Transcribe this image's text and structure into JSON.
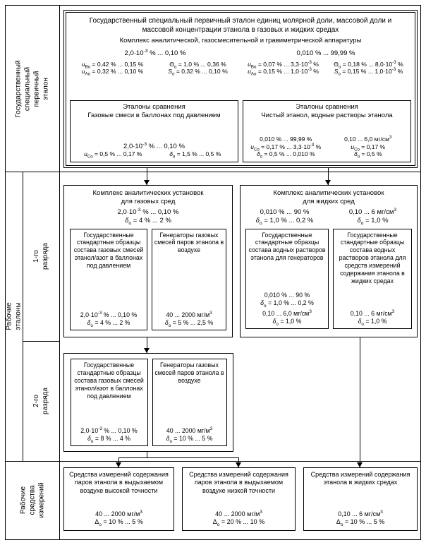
{
  "rail": {
    "primary": "Государственный специальный\nпервичный эталон",
    "working_standards": "Рабочие эталоны",
    "rank1": "1-го разряда",
    "rank2": "2-го разряда",
    "working_instruments": "Рабочие средства\nизмерений"
  },
  "primary": {
    "title": "Государственный специальный первичный эталон единиц молярной доли, массовой доли и массовой концентрации этанола в газовых и жидких средах",
    "subtitle": "Комплекс аналитической, газосмесительной и гравиметрической аппаратуры",
    "gas": {
      "range": "2,0·10<sup>-3</sup> % ... 0,10 %",
      "uB": "<i>u</i><sub>Во</sub> = 0,42 % ... 0,15 %",
      "theta": "Θ<sub>о</sub> = 1,0 % ... 0,36 %",
      "uA": "<i>u</i><sub>Ао</sub> = 0,32 % ... 0,10 %",
      "S": "<i>S</i><sub>о</sub> = 0,32 % ... 0,10 %"
    },
    "liquid": {
      "range": "0,010 % ... 99,99 %",
      "uB": "<i>u</i><sub>Во</sub> = 0,07 % ... 3,3·10<sup>-3</sup> %",
      "theta": "Θ<sub>о</sub> = 0,18 % ... 8,0·10<sup>-3</sup> %",
      "uA": "<i>u</i><sub>Ао</sub> = 0,15 % ... 1,0·10<sup>-3</sup> %",
      "S": "<i>S</i><sub>о</sub> = 0,15 % ... 1,0·10<sup>-3</sup> %"
    },
    "comparison_gas": {
      "title": "Эталоны сравнения",
      "subtitle": "Газовые смеси в баллонах под давлением",
      "range": "2,0·10<sup>-3</sup> % ... 0,10 %",
      "u": "<i>u</i><sub>Со</sub> = 0,5 % ... 0,17 %",
      "delta": "<i>δ</i><sub>о</sub> = 1,5 % ... 0,5 %"
    },
    "comparison_liquid": {
      "title": "Эталоны сравнения",
      "subtitle": "Чистый этанол, водные растворы этанола",
      "col1": {
        "range": "0,010 % ... 99,99 %",
        "u": "<i>u</i><sub>Со</sub> = 0,17 % ... 3,3·10<sup>-3</sup> %",
        "delta": "<i>δ</i><sub>о</sub> = 0,5 % ... 0,010 %"
      },
      "col2": {
        "range": "0,10 ... 6,0 мг/см<sup>3</sup>",
        "u": "<i>u</i><sub>Со</sub> = 0,17 %",
        "delta": "<i>δ</i><sub>о</sub> = 0,5 %"
      }
    }
  },
  "rank1": {
    "gas_complex": {
      "title": "Комплекс аналитических установок\nдля газовых сред",
      "range": "2,0·10<sup>-3</sup> % ... 0,10 %",
      "delta": "<i>δ</i><sub>о</sub> = 4 % ... 2 %",
      "gso": {
        "title": "Государственные стандартные образцы состава газовых смесей этанол/азот в баллонах под давлением",
        "range": "2,0·10<sup>-3</sup> % ... 0,10 %",
        "delta": "<i>δ</i><sub>о</sub> = 4 % ... 2 %"
      },
      "generators": {
        "title": "Генераторы газовых смесей паров этанола в воздухе",
        "range": "40 ... 2000 мг/м<sup>3</sup>",
        "delta": "<i>δ</i><sub>о</sub> = 5 % ... 2,5 %"
      }
    },
    "liquid_complex": {
      "title": "Комплекс аналитических установок\nдля жидких сред",
      "col1": {
        "range": "0,010 % ... 90 %",
        "delta": "<i>δ</i><sub>о</sub> = 1,0 % ... 0,2 %"
      },
      "col2": {
        "range": "0,10 ... 6 мг/см<sup>3</sup>",
        "delta": "<i>δ</i><sub>о</sub> = 1,0 %"
      },
      "gso_generators": {
        "title": "Государственные стандартные образцы состава водных растворов этанола для генераторов",
        "range1": "0,010 % ... 90 %",
        "delta1": "<i>δ</i><sub>о</sub> = 1,0 % ... 0,2 %",
        "range2": "0,10 ... 6,0 мг/см<sup>3</sup>",
        "delta2": "<i>δ</i><sub>о</sub> = 1,0 %"
      },
      "gso_instruments": {
        "title": "Государственные стандартные образцы состава водных растворов этанола для средств измерений содержания этанола в жидких средах",
        "range": "0,10 ... 6 мг/см<sup>3</sup>",
        "delta": "<i>δ</i><sub>о</sub> = 1,0 %"
      }
    }
  },
  "rank2": {
    "gso": {
      "title": "Государственные стандартные образцы состава газовых смесей этанол/азот в баллонах под давлением",
      "range": "2,0·10<sup>-3</sup> % ... 0,10 %",
      "delta": "<i>δ</i><sub>о</sub> = 8 % ... 4 %"
    },
    "generators": {
      "title": "Генераторы газовых смесей паров этанола в воздухе",
      "range": "40 ... 2000 мг/м<sup>3</sup>",
      "delta": "<i>δ</i><sub>о</sub> = 10 % ... 5 %"
    }
  },
  "instruments": [
    {
      "title": "Средства измерений содержания паров этанола в выдыхаемом воздухе высокой точности",
      "range": "40 ... 2000 мг/м<sup>3</sup>",
      "delta": "Δ<sub>о</sub> = 10 % ... 5 %"
    },
    {
      "title": "Средства измерений содержания паров этанола в выдыхаемом воздухе низкой точности",
      "range": "40 ... 2000 мг/м<sup>3</sup>",
      "delta": "Δ<sub>о</sub> = 20 % ... 10 %"
    },
    {
      "title": "Средства измерений содержания этанола в жидких средах",
      "range": "0,10 ... 6 мг/см<sup>3</sup>",
      "delta": "Δ<sub>о</sub> = 10 % ... 5 %"
    }
  ]
}
